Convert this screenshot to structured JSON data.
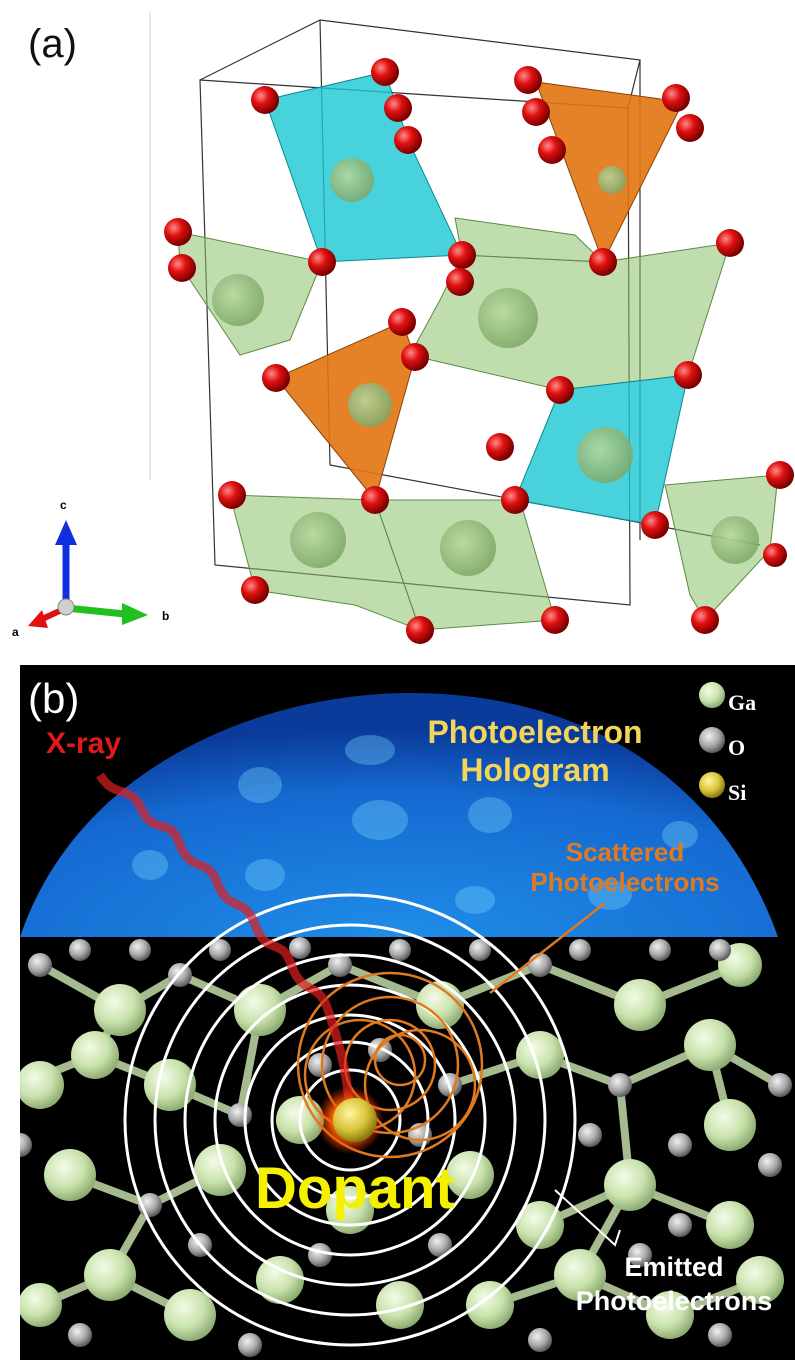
{
  "panel_a": {
    "label": "(a)",
    "axes": {
      "c": "c",
      "b": "b",
      "a": "a"
    }
  },
  "panel_b": {
    "label": "(b)",
    "xray_label": "X-ray",
    "hologram_label_line1": "Photoelectron",
    "hologram_label_line2": "Hologram",
    "scattered_line1": "Scattered",
    "scattered_line2": "Photoelectrons",
    "dopant_label": "Dopant",
    "emitted_line1": "Emitted",
    "emitted_line2": "Photoelectrons",
    "legend": [
      {
        "label": "Ga",
        "color": "#cfe8b5"
      },
      {
        "label": "O",
        "color": "#9a9a9a"
      },
      {
        "label": "Si",
        "color": "#d8c43a"
      }
    ]
  }
}
